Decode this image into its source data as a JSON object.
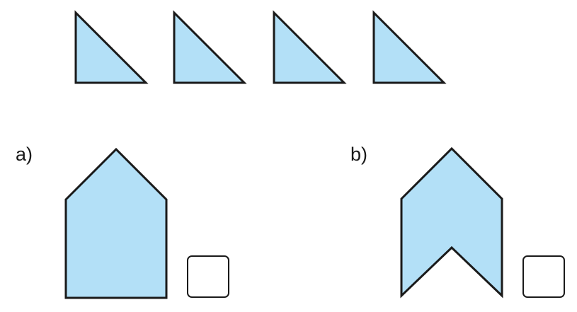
{
  "colors": {
    "shape_fill": "#b3e0f7",
    "outline": "#1a1a1a"
  },
  "pieces": {
    "count": 4,
    "shape": "right-triangle"
  },
  "task_a": {
    "label": "a)",
    "figure": "house-pentagon",
    "answer": ""
  },
  "task_b": {
    "label": "b)",
    "figure": "chevron-arrow",
    "answer": ""
  }
}
